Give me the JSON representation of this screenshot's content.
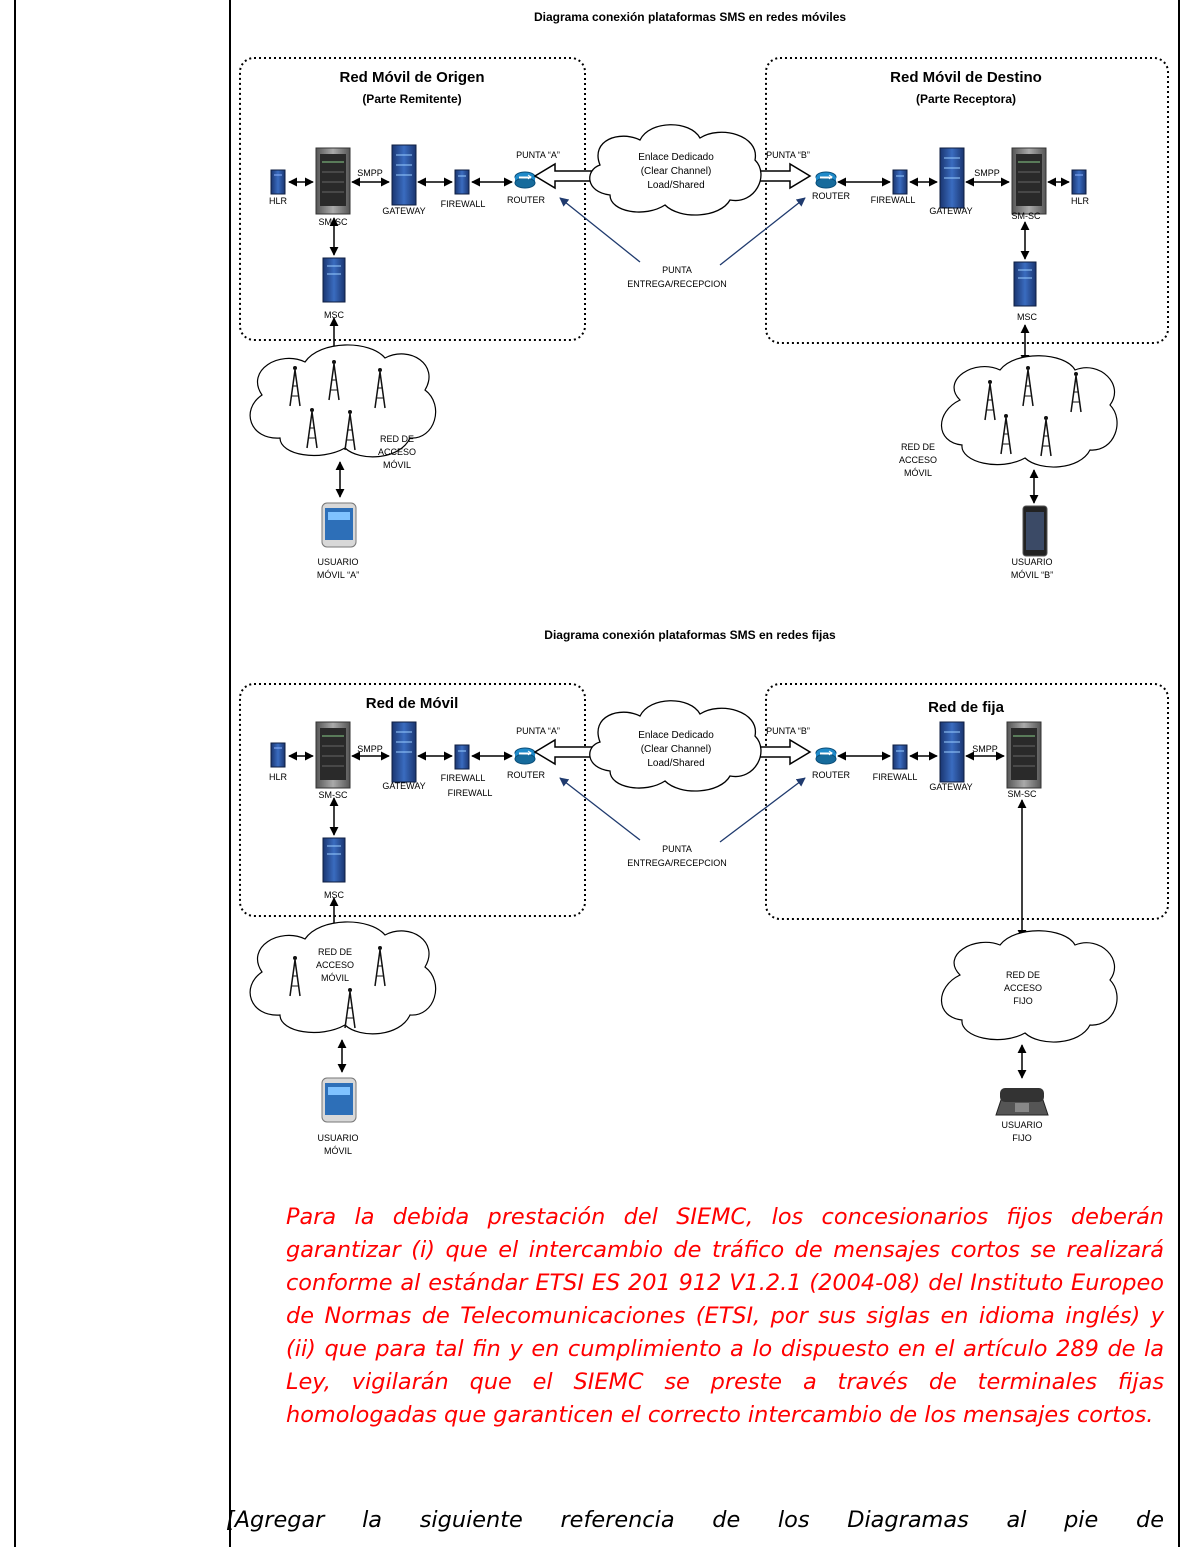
{
  "diagram_mobile": {
    "title": "Diagrama conexión plataformas SMS en redes móviles",
    "origin_network": {
      "name": "Red Móvil de Origen",
      "subtitle": "(Parte Remitente)"
    },
    "destination_network": {
      "name": "Red Móvil de Destino",
      "subtitle": "(Parte Receptora)"
    },
    "labels": {
      "hlr": "HLR",
      "smsc": "SM-SC",
      "smpp": "SMPP",
      "gateway": "GATEWAY",
      "firewall": "FIREWALL",
      "router": "ROUTER",
      "msc": "MSC",
      "punta_a": "PUNTA “A”",
      "punta_b": "PUNTA “B”",
      "link_1": "Enlace Dedicado",
      "link_2": "(Clear Channel)",
      "link_3": "Load/Shared",
      "delivery_1": "PUNTA",
      "delivery_2": "ENTREGA/RECEPCION",
      "access_1": "RED DE",
      "access_2": "ACCESO",
      "access_3": "MÓVIL",
      "user_a_1": "USUARIO",
      "user_a_2": "MÓVIL “A”",
      "user_b_1": "USUARIO",
      "user_b_2": "MÓVIL “B”"
    }
  },
  "diagram_fixed": {
    "title": "Diagrama conexión plataformas SMS en redes fijas",
    "mobile_network": {
      "name": "Red de Móvil"
    },
    "fixed_network": {
      "name": "Red de fija"
    },
    "labels": {
      "hlr": "HLR",
      "smsc": "SM-SC",
      "smpp": "SMPP",
      "gateway": "GATEWAY",
      "firewall": "FIREWALL",
      "firewall_dup": "FIREWALL",
      "router": "ROUTER",
      "msc": "MSC",
      "punta_a": "PUNTA “A”",
      "punta_b": "PUNTA “B”",
      "link_1": "Enlace Dedicado",
      "link_2": "(Clear Channel)",
      "link_3": "Load/Shared",
      "delivery_1": "PUNTA",
      "delivery_2": "ENTREGA/RECEPCION",
      "access_m_1": "RED DE",
      "access_m_2": "ACCESO",
      "access_m_3": "MÓVIL",
      "access_f_1": "RED DE",
      "access_f_2": "ACCESO",
      "access_f_3": "FIJO",
      "user_m_1": "USUARIO",
      "user_m_2": "MÓVIL",
      "user_f_1": "USUARIO",
      "user_f_2": "FIJO"
    }
  },
  "paragraph": "Para la debida prestación del SIEMC, los concesionarios fijos deberán garantizar (i) que el intercambio de tráfico de mensajes cortos se realizará conforme al estándar ETSI ES 201 912 V1.2.1 (2004-08) del Instituto Europeo de Normas de Telecomunicaciones (ETSI, por sus siglas en idioma inglés) y (ii) que para tal fin y en cumplimiento a lo dispuesto en el artículo 289 de la Ley, vigilarán que el SIEMC se preste a través de terminales fijas homologadas que garanticen el correcto intercambio de los mensajes cortos.",
  "note": "[Agregar la siguiente referencia de los Diagramas al pie de",
  "colors": {
    "paragraph": "#ff0000",
    "arrow_blue": "#1f3a6e",
    "server_blue": "#2f5da8",
    "router": "#1f8ac9"
  }
}
